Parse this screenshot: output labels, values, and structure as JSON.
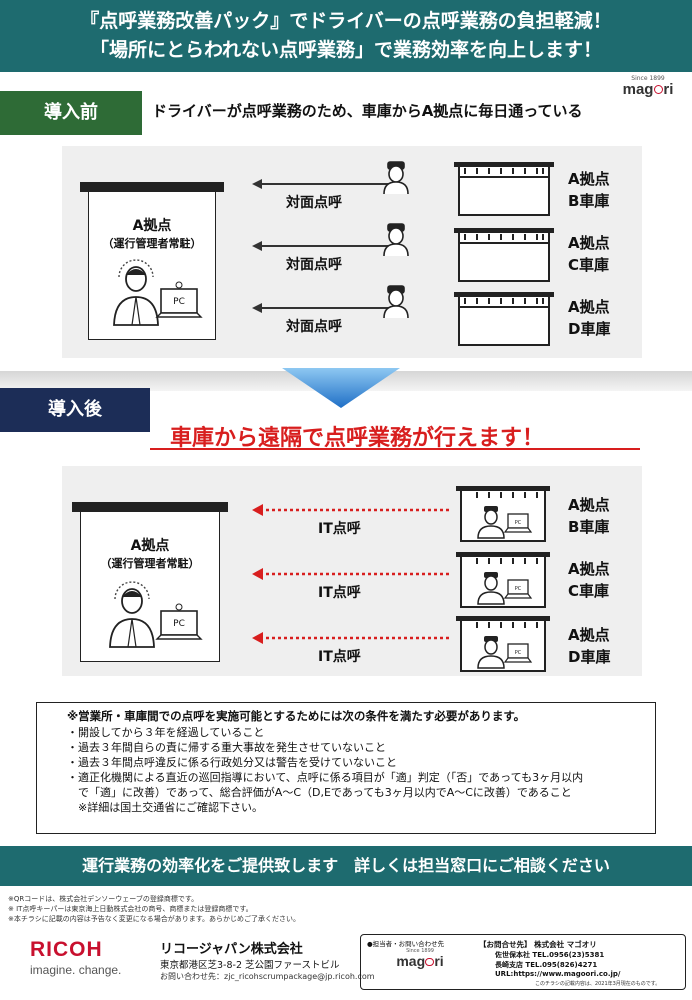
{
  "header": {
    "line1": "『点呼業務改善パック』でドライバーの点呼業務の負担軽減！",
    "line2": "「場所にとらわれない点呼業務」で業務効率を向上します！"
  },
  "brand_logo": {
    "since": "Since 1899",
    "name_pre": "mag",
    "name_post": "ri"
  },
  "before": {
    "label": "導入前",
    "description": "ドライバーが点呼業務のため、車庫からA拠点に毎日通っている",
    "office_title": "A拠点",
    "office_subtitle": "（運行管理者常駐）",
    "pc_label": "PC",
    "rows": [
      {
        "call": "対面点呼",
        "place1": "A拠点",
        "place2": "B車庫"
      },
      {
        "call": "対面点呼",
        "place1": "A拠点",
        "place2": "C車庫"
      },
      {
        "call": "対面点呼",
        "place1": "A拠点",
        "place2": "D車庫"
      }
    ]
  },
  "after": {
    "label": "導入後",
    "headline": "車庫から遠隔で点呼業務が行えます！",
    "office_title": "A拠点",
    "office_subtitle": "（運行管理者常駐）",
    "pc_label": "PC",
    "rows": [
      {
        "call": "IT点呼",
        "place1": "A拠点",
        "place2": "B車庫"
      },
      {
        "call": "IT点呼",
        "place1": "A拠点",
        "place2": "C車庫"
      },
      {
        "call": "IT点呼",
        "place1": "A拠点",
        "place2": "D車庫"
      }
    ]
  },
  "conditions": {
    "heading": "※営業所・車庫間での点呼を実施可能とするためには次の条件を満たす必要があります。",
    "items": [
      "・開設してから３年を経過していること",
      "・過去３年間自らの責に帰する重大事故を発生させていないこと",
      "・過去３年間点呼違反に係る行政処分又は警告を受けていないこと",
      "・適正化機関による直近の巡回指導において、点呼に係る項目が「適」判定（「否」であっても3ヶ月以内",
      "　で「適」に改善）であって、総合評価がA～C（D,Eであっても3ヶ月以内でA～Cに改善）であること",
      "　※詳細は国土交通省にご確認下さい。"
    ]
  },
  "cta": "運行業務の効率化をご提供致します　詳しくは担当窓口にご相談ください",
  "notes": [
    "※QRコードは、株式会社デンソーウェーブの登録商標です。",
    "※ IT点呼キーパーは東京海上日動株式会社の商号、商標または登録商標です。",
    "※本チラシに記載の内容は予告なく変更になる場合があります。あらかじめご了承ください。"
  ],
  "ricoh": {
    "logo": "RICOH",
    "tagline": "imagine. change.",
    "company": "リコージャパン株式会社",
    "address": "東京都港区芝3-8-2 芝公園ファーストビル",
    "contact": "お問い合わせ先：zjc_ricohscrumpackage@jp.ricoh.com"
  },
  "contact_box": {
    "label": "●担当者・お問い合わせ先",
    "title": "【お問合せ先】 株式会社 マゴオリ",
    "line1": "佐世保本社 TEL.0956(23)5381",
    "line2": "長崎支店 TEL.095(826)4271",
    "url": "URL:https://www.magoori.co.jp/",
    "footnote": "このチラシの記載内容は、2021年3月現在のものです。"
  },
  "colors": {
    "teal": "#1e6b6f",
    "green": "#2e6b36",
    "navy": "#1c2d57",
    "red": "#d81e1e",
    "arrow_blue": "#1f7fd6"
  }
}
